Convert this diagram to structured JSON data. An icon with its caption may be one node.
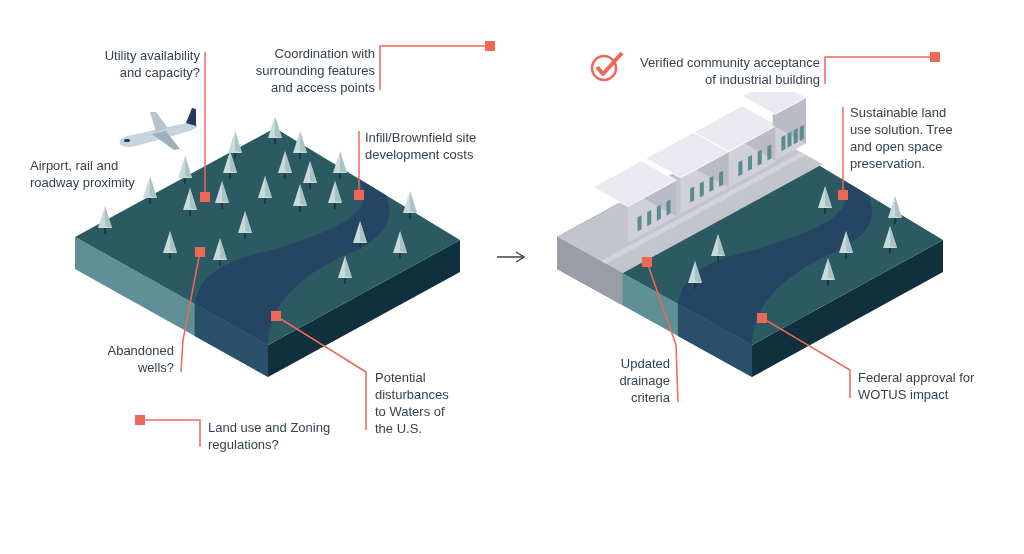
{
  "diagram": {
    "nodes": [
      {
        "text": [
          "Utility availability and capacity?"
        ]
      },
      {
        "text": [
          "Coordination with surrounding features and access points"
        ]
      },
      {
        "text": [
          "Infill/Brownfield site development costs"
        ]
      },
      {
        "text": [
          "Abandoned wells?"
        ]
      },
      {
        "text": [
          "Potential disturbances to Waters of the U.S."
        ]
      },
      {
        "text": [
          "Land use and Zoning regulations?"
        ]
      },
      {
        "text": [],
        "shape": "picture"
      },
      {
        "text": [
          "Verified community acceptance of industrial building"
        ]
      },
      {
        "text": [
          "Sustainable land use solution. Tree and open space preservation."
        ]
      },
      {
        "text": [
          "Updated drainage criteria"
        ]
      },
      {
        "text": [
          "Federal approval for WOTUS impact"
        ]
      },
      {
        "text": [],
        "shape": "picture"
      }
    ],
    "edges": [
      {
        "from": 0,
        "to": 6,
        "arrow": "other"
      },
      {
        "from": 1,
        "to": null,
        "arrow": "other"
      },
      {
        "from": 2,
        "to": 6,
        "arrow": "other"
      },
      {
        "from": 3,
        "to": 6,
        "arrow": "other"
      },
      {
        "from": 4,
        "to": 6,
        "arrow": "other"
      },
      {
        "from": 5,
        "to": null,
        "arrow": "other"
      },
      {
        "from": 6,
        "to": 11,
        "arrow": "to",
        "color": "#33434f"
      },
      {
        "from": 7,
        "to": null,
        "arrow": "other"
      },
      {
        "from": 8,
        "to": 11,
        "arrow": "other"
      },
      {
        "from": 9,
        "to": 11,
        "arrow": "other"
      },
      {
        "from": 10,
        "to": 11,
        "arrow": "other"
      }
    ],
    "labels": [
      "Airport, rail and roadway proximity"
    ]
  }
}
